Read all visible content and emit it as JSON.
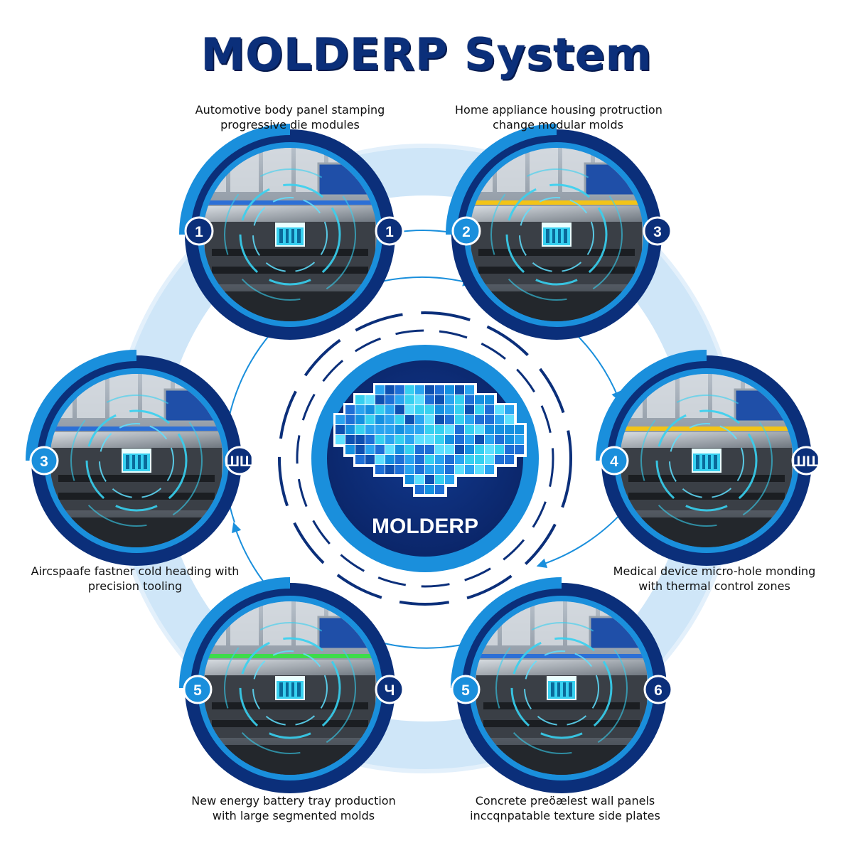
{
  "title": "MOLDERP System",
  "hub": {
    "label": "MOLDERP",
    "icon": "pixel-brain-icon"
  },
  "colors": {
    "navy": "#0b2f7a",
    "dark_navy": "#0a1e55",
    "blue": "#1a8fdc",
    "light_blue": "#cfe6f8",
    "cyan": "#37d0f0",
    "screen_green": "#3ddc4a",
    "machine_yellow": "#f3c417"
  },
  "nodes": [
    {
      "id": "n1",
      "badges": [
        "1",
        "1"
      ],
      "caption": [
        "Automotive body panel stamping",
        "progressive die modules"
      ],
      "icon": "mold-module-icon"
    },
    {
      "id": "n2",
      "badges": [
        "2",
        "3"
      ],
      "caption": [
        "Home appliance housing protruction",
        "change modular molds"
      ],
      "icon": "mold-module-icon"
    },
    {
      "id": "n3",
      "badges": [
        "4",
        "ШШ"
      ],
      "caption": [
        "Medical device micro-hole monding",
        "with thermal control zones"
      ],
      "icon": "mold-module-icon"
    },
    {
      "id": "n4",
      "badges": [
        "5",
        "6"
      ],
      "caption": [
        "Concrete preöælest wall panels",
        "inccqnpatable texture side plates"
      ],
      "icon": "mold-module-icon"
    },
    {
      "id": "n5",
      "badges": [
        "5",
        "Ч"
      ],
      "caption": [
        "New energy battery tray production",
        "with large segmented molds"
      ],
      "icon": "mold-module-icon"
    },
    {
      "id": "n6",
      "badges": [
        "3",
        "ШШ"
      ],
      "caption": [
        "Aircspaafe fastner cold heading with",
        "precision tooling"
      ],
      "icon": "mold-module-icon"
    }
  ]
}
